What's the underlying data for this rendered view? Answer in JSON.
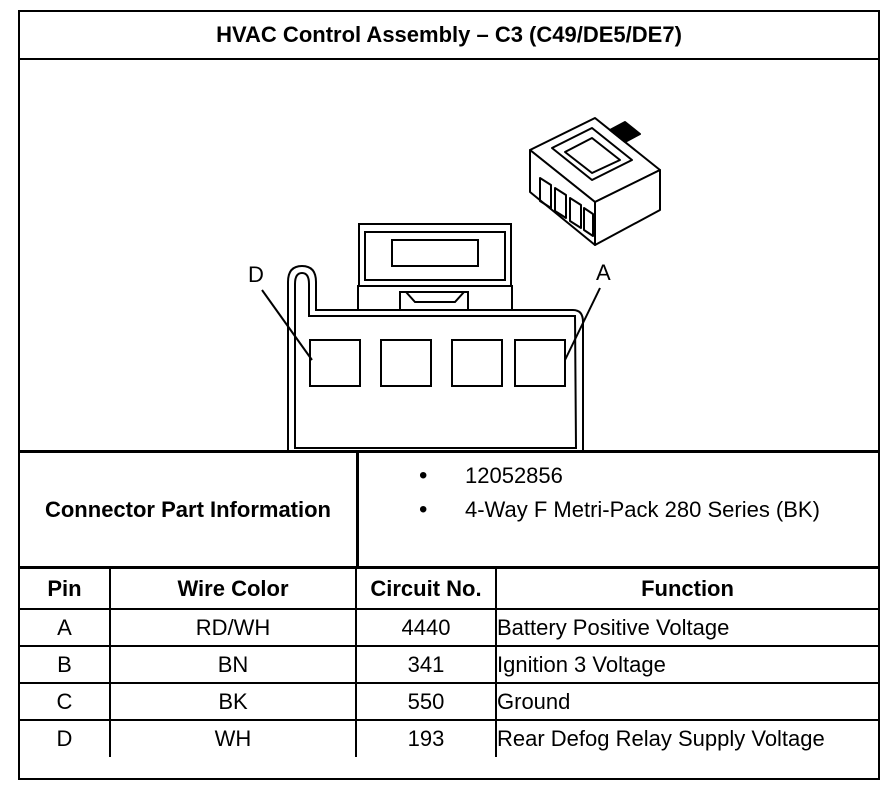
{
  "title": "HVAC Control Assembly – C3 (C49/DE5/DE7)",
  "diagram": {
    "pin_label_left": "D",
    "pin_label_right": "A"
  },
  "connector_info": {
    "label": "Connector Part Information",
    "items": [
      "12052856",
      "4-Way F Metri-Pack 280 Series (BK)"
    ],
    "bullet": "•"
  },
  "pin_table": {
    "headers": [
      "Pin",
      "Wire Color",
      "Circuit No.",
      "Function"
    ],
    "rows": [
      {
        "pin": "A",
        "wire_color": "RD/WH",
        "circuit": "4440",
        "function": "Battery Positive Voltage"
      },
      {
        "pin": "B",
        "wire_color": "BN",
        "circuit": "341",
        "function": "Ignition 3 Voltage"
      },
      {
        "pin": "C",
        "wire_color": "BK",
        "circuit": "550",
        "function": "Ground"
      },
      {
        "pin": "D",
        "wire_color": "WH",
        "circuit": "193",
        "function": "Rear Defog Relay Supply Voltage"
      }
    ]
  }
}
